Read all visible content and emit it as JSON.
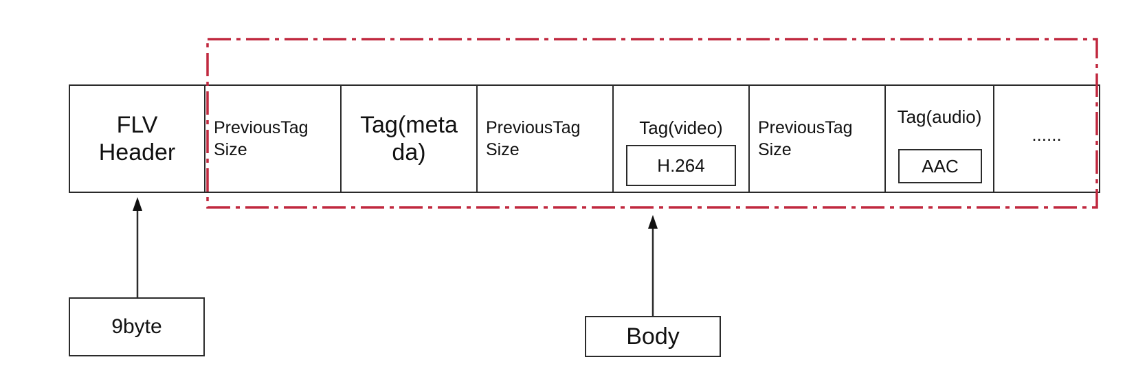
{
  "diagram": {
    "cells": [
      {
        "id": "flv-header",
        "text": "FLV\nHeader"
      },
      {
        "id": "prev-tag-size-1",
        "text": "PreviousTag\nSize"
      },
      {
        "id": "tag-meta",
        "text": "Tag(meta\nda)"
      },
      {
        "id": "prev-tag-size-2",
        "text": "PreviousTag\nSize"
      },
      {
        "id": "tag-video",
        "label": "Tag(video)",
        "inner": "H.264"
      },
      {
        "id": "prev-tag-size-3",
        "text": "PreviousTag\nSize"
      },
      {
        "id": "tag-audio",
        "label": "Tag(audio)",
        "inner": "AAC"
      },
      {
        "id": "ellipsis",
        "text": "......"
      }
    ],
    "header_size_label": "9byte",
    "body_label": "Body",
    "colors": {
      "outline": "#2a2a2a",
      "dashed_region": "#c0283f",
      "background": "#ffffff"
    }
  }
}
